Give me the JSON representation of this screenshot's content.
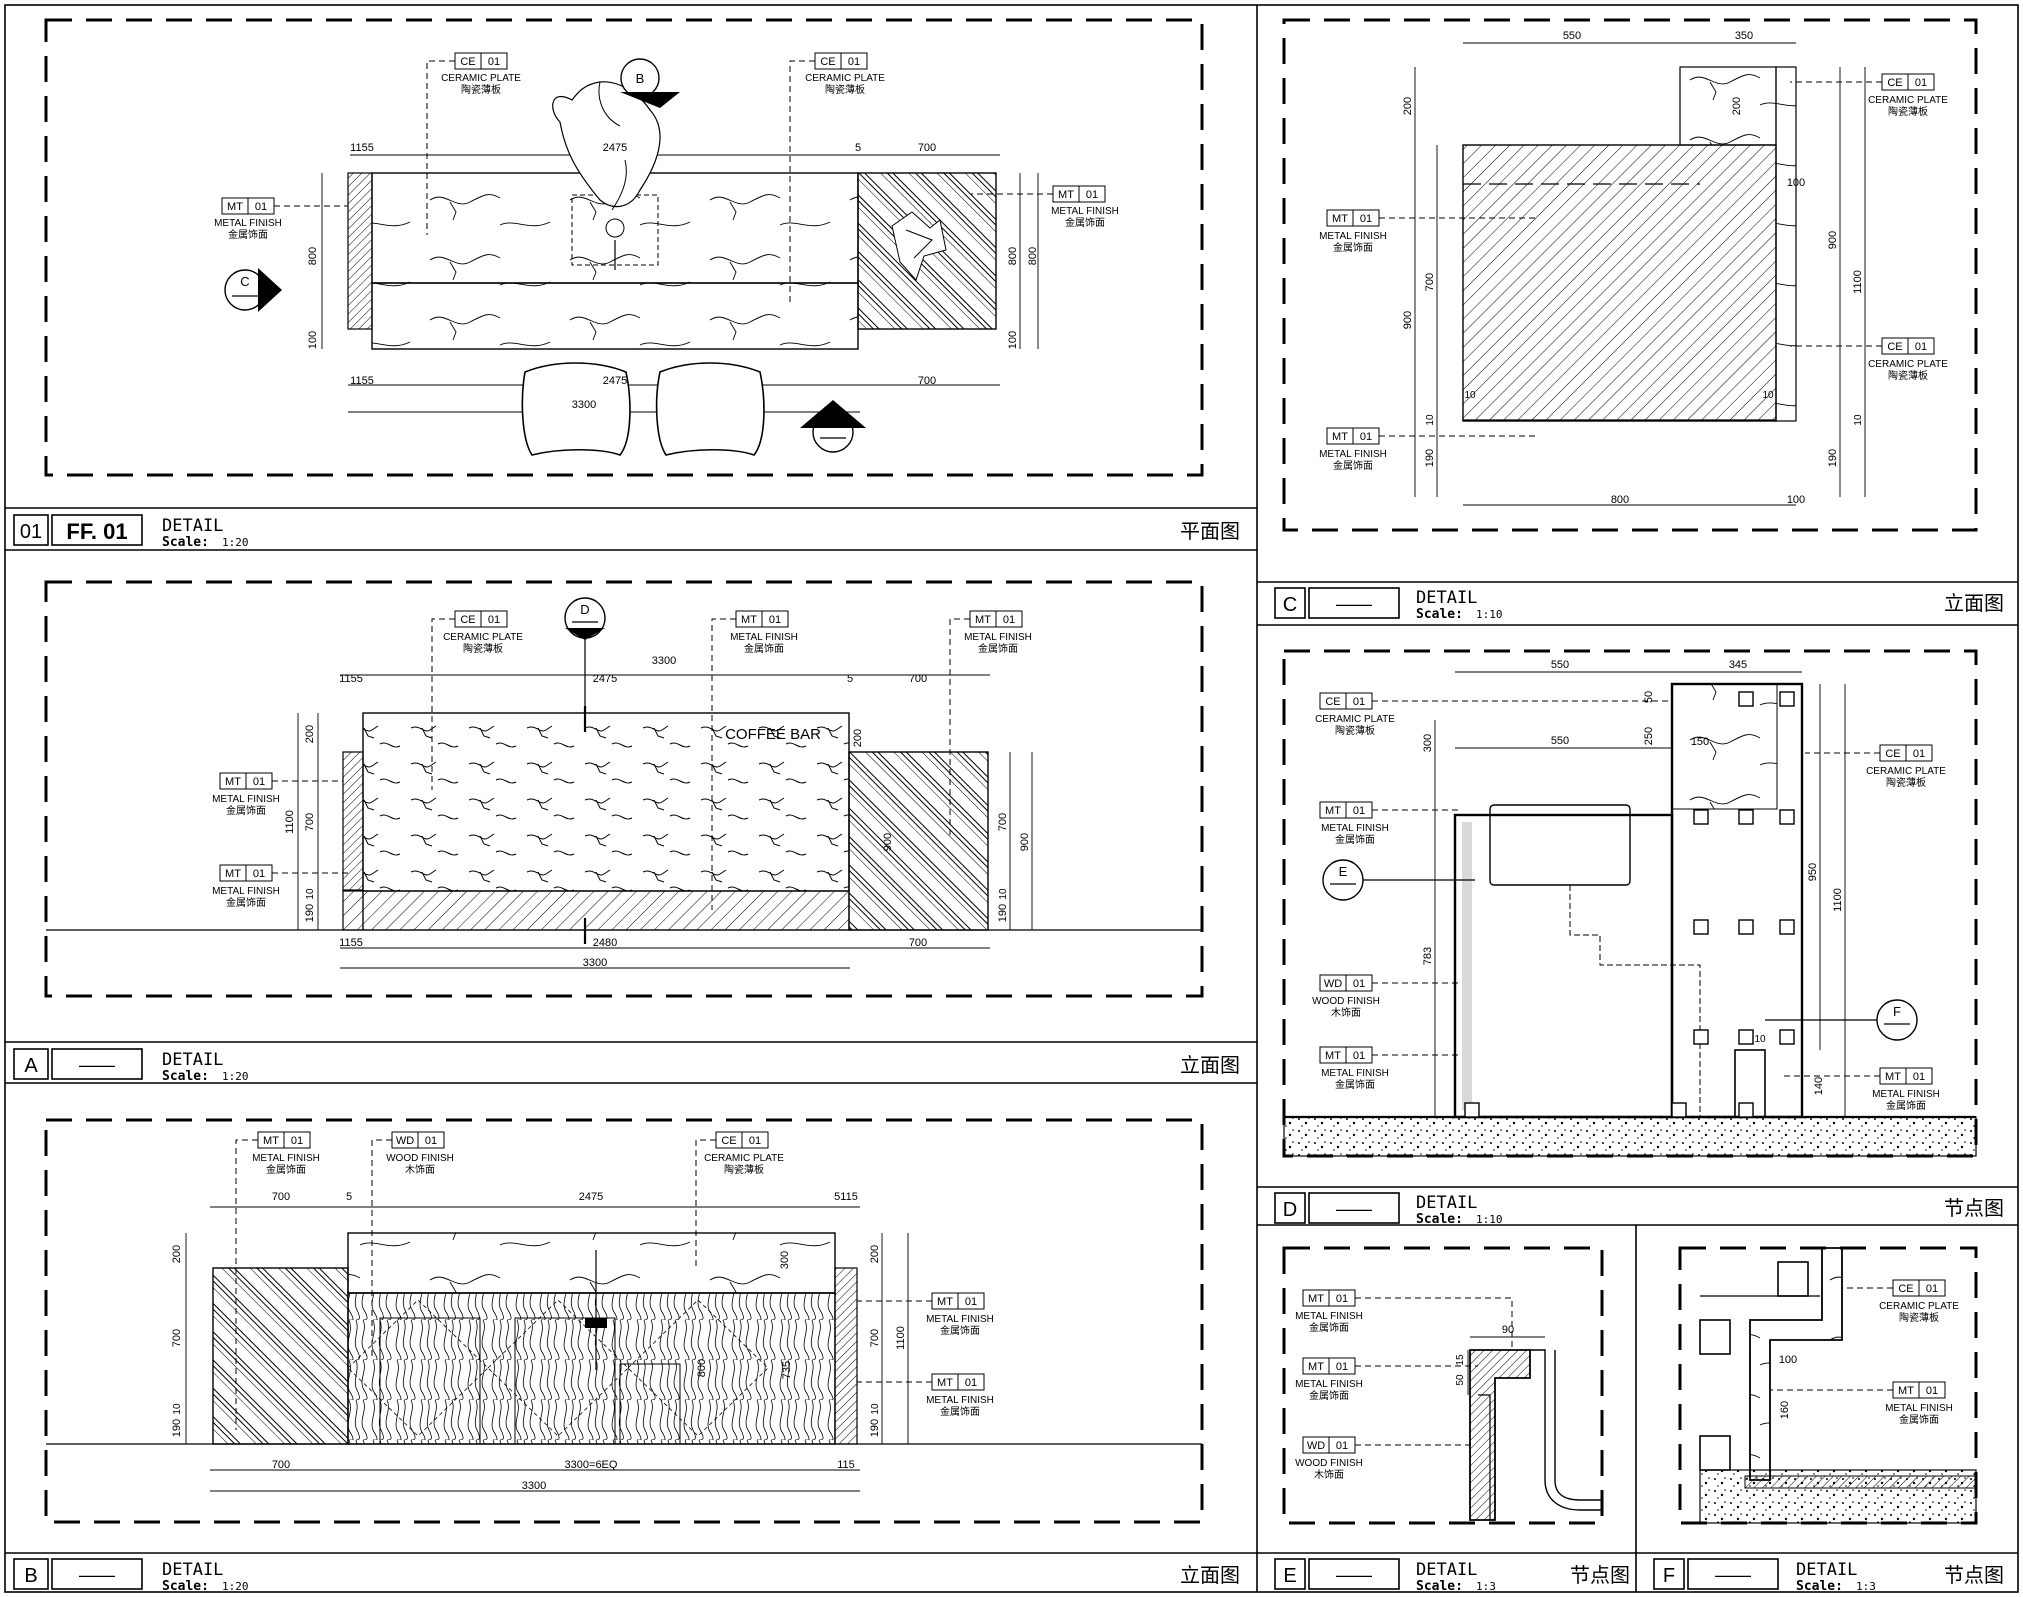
{
  "sheet": {
    "panels": [
      {
        "id": "01",
        "code": "FF. 01",
        "title": "DETAIL",
        "scale_label": "Scale:",
        "scale": "1:20",
        "view": "平面图"
      },
      {
        "id": "A",
        "code": "——",
        "title": "DETAIL",
        "scale_label": "Scale:",
        "scale": "1:20",
        "view": "立面图"
      },
      {
        "id": "B",
        "code": "——",
        "title": "DETAIL",
        "scale_label": "Scale:",
        "scale": "1:20",
        "view": "立面图"
      },
      {
        "id": "C",
        "code": "——",
        "title": "DETAIL",
        "scale_label": "Scale:",
        "scale": "1:10",
        "view": "立面图"
      },
      {
        "id": "D",
        "code": "——",
        "title": "DETAIL",
        "scale_label": "Scale:",
        "scale": "1:10",
        "view": "节点图"
      },
      {
        "id": "E",
        "code": "——",
        "title": "DETAIL",
        "scale_label": "Scale:",
        "scale": "1:3",
        "view": "节点图"
      },
      {
        "id": "F",
        "code": "——",
        "title": "DETAIL",
        "scale_label": "Scale:",
        "scale": "1:3",
        "view": "节点图"
      }
    ]
  },
  "materials": {
    "ce": {
      "code": "CE",
      "num": "01",
      "en": "CERAMIC PLATE",
      "cn": "陶瓷薄板"
    },
    "mt": {
      "code": "MT",
      "num": "01",
      "en": "METAL FINISH",
      "cn": "金属饰面"
    },
    "wd": {
      "code": "WD",
      "num": "01",
      "en": "WOOD FINISH",
      "cn": "木饰面"
    }
  },
  "markers": {
    "a": "A",
    "b": "B",
    "c": "C",
    "d": "D",
    "e": "E",
    "f": "F"
  },
  "labels": {
    "coffee_bar": "COFFEE BAR"
  },
  "dims": {
    "p01": {
      "d1155": "1155",
      "d2475": "2475",
      "d5": "5",
      "d700": "700",
      "d800": "800",
      "d100": "100",
      "d3300": "3300"
    },
    "pA": {
      "d1155": "1155",
      "d2475": "2475",
      "d5": "5",
      "d700": "700",
      "d3300": "3300",
      "d2480": "2480",
      "d200": "200",
      "d1100": "1100",
      "d190": "190",
      "d10": "10",
      "d900": "900"
    },
    "pB": {
      "d700": "700",
      "d5": "5",
      "d2475": "2475",
      "d5115": "5115",
      "d115": "115",
      "d3300": "3300",
      "d3300eq": "3300=6EQ",
      "d200": "200",
      "d1100": "1100",
      "d190": "190",
      "d10": "10",
      "d300": "300",
      "d800": "800",
      "d735": "735"
    },
    "pC": {
      "d550": "550",
      "d350": "350",
      "d200": "200",
      "d100": "100",
      "d900": "900",
      "d1100": "1100",
      "d700": "700",
      "d190": "190",
      "d10": "10",
      "d800": "800"
    },
    "pD": {
      "d550": "550",
      "d345": "345",
      "d50": "50",
      "d300": "300",
      "d250": "250",
      "d150": "150",
      "d950": "950",
      "d1100": "1100",
      "d783": "783",
      "d10": "10",
      "d140": "140"
    },
    "pE": {
      "d90": "90",
      "d15": "15",
      "d50": "50"
    },
    "pF": {
      "d100": "100",
      "d160": "160"
    }
  }
}
